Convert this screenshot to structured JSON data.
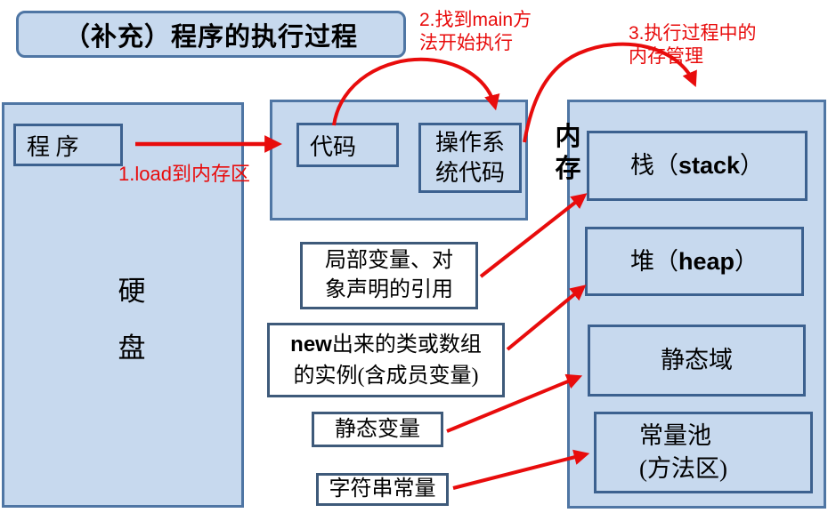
{
  "title": "（补充）程序的执行过程",
  "disk": {
    "program": "程 序",
    "label_lines": [
      "硬",
      "盘"
    ]
  },
  "loaded_program": {
    "code": "代码",
    "os_code_lines": [
      "操作系",
      "统代码"
    ]
  },
  "memory": {
    "label_lines": [
      "内",
      "存"
    ],
    "stack": {
      "prefix": "栈（",
      "latin": "stack",
      "suffix": "）"
    },
    "heap": {
      "prefix": "堆（",
      "latin": "heap",
      "suffix": "）"
    },
    "static_area": "静态域",
    "constant_pool_lines": [
      "常量池",
      "(方法区)"
    ]
  },
  "annotations": {
    "step1": "1.load到内存区",
    "step2_lines": [
      "2.找到main方",
      "法开始执行"
    ],
    "step3_lines": [
      "3.执行过程中的",
      "内存管理"
    ]
  },
  "callouts": {
    "local_vars_lines": [
      "局部变量、对",
      "象声明的引用"
    ],
    "new_latin": "new",
    "new_line1_rest": "出来的类或数组",
    "new_line2": "的实例(含成员变量)",
    "static_vars": "静态变量",
    "string_consts": "字符串常量"
  },
  "colors": {
    "red": "#e80c0c",
    "box_fill": "#c7d9ee",
    "box_border": "#4f76a4",
    "inner_border": "#3c618f",
    "callout_border": "#3e5a7a"
  }
}
